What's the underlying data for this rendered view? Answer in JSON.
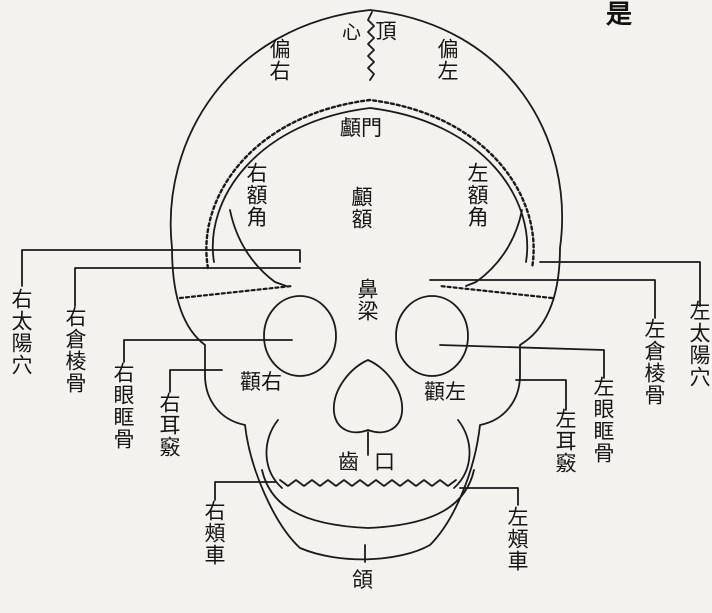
{
  "title": "",
  "corner_mark": "是",
  "labels": {
    "vertex": "頂",
    "fontanel": "心",
    "parietal_right": "偏右",
    "parietal_left": "偏左",
    "forehead_top": "顱門",
    "forehead_center": "顱額",
    "frontal_right": "右額角",
    "frontal_left": "左額角",
    "nose_bridge": "鼻梁",
    "cheek_right": "顴右",
    "cheek_left": "顴左",
    "teeth": "齒",
    "mouth": "口",
    "jaw": "頜",
    "temple_right": "右太陽穴",
    "temple_left": "左太陽穴",
    "brow_right": "右倉棱骨",
    "brow_left": "左倉棱骨",
    "orbit_right": "右眼眶骨",
    "orbit_left": "左眼眶骨",
    "ear_right": "右耳竅",
    "ear_left": "左耳竅",
    "mandible_right": "右頰車",
    "mandible_left": "左頰車"
  }
}
